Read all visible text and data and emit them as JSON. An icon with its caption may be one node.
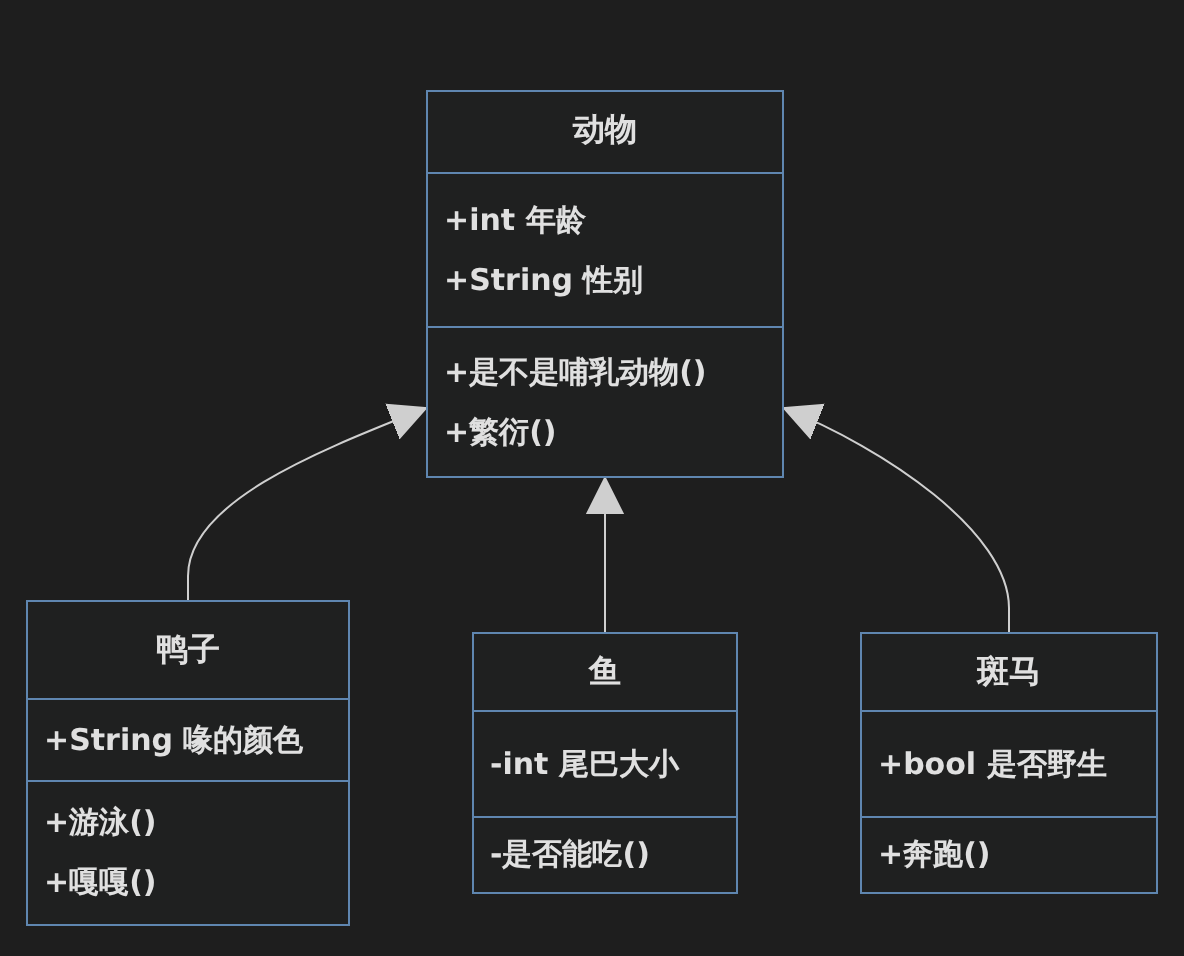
{
  "diagram": {
    "nodes": [
      {
        "text": [
          "动物",
          "+int 年龄",
          "+String 性别",
          "+是不是哺乳动物()",
          "+繁衍()"
        ]
      },
      {
        "text": [
          "鸭子",
          "+String 喙的颜色",
          "+游泳()",
          "+嘎嘎()"
        ]
      },
      {
        "text": [
          "鱼",
          "-int 尾巴大小",
          "-是否能吃()"
        ]
      },
      {
        "text": [
          "斑马",
          "+bool 是否野生",
          "+奔跑()"
        ]
      }
    ],
    "edges": [
      {
        "from": 1,
        "to": 0,
        "arrow": "to"
      },
      {
        "from": 2,
        "to": 0,
        "arrow": "to"
      },
      {
        "from": 3,
        "to": 0,
        "arrow": "to"
      }
    ]
  }
}
